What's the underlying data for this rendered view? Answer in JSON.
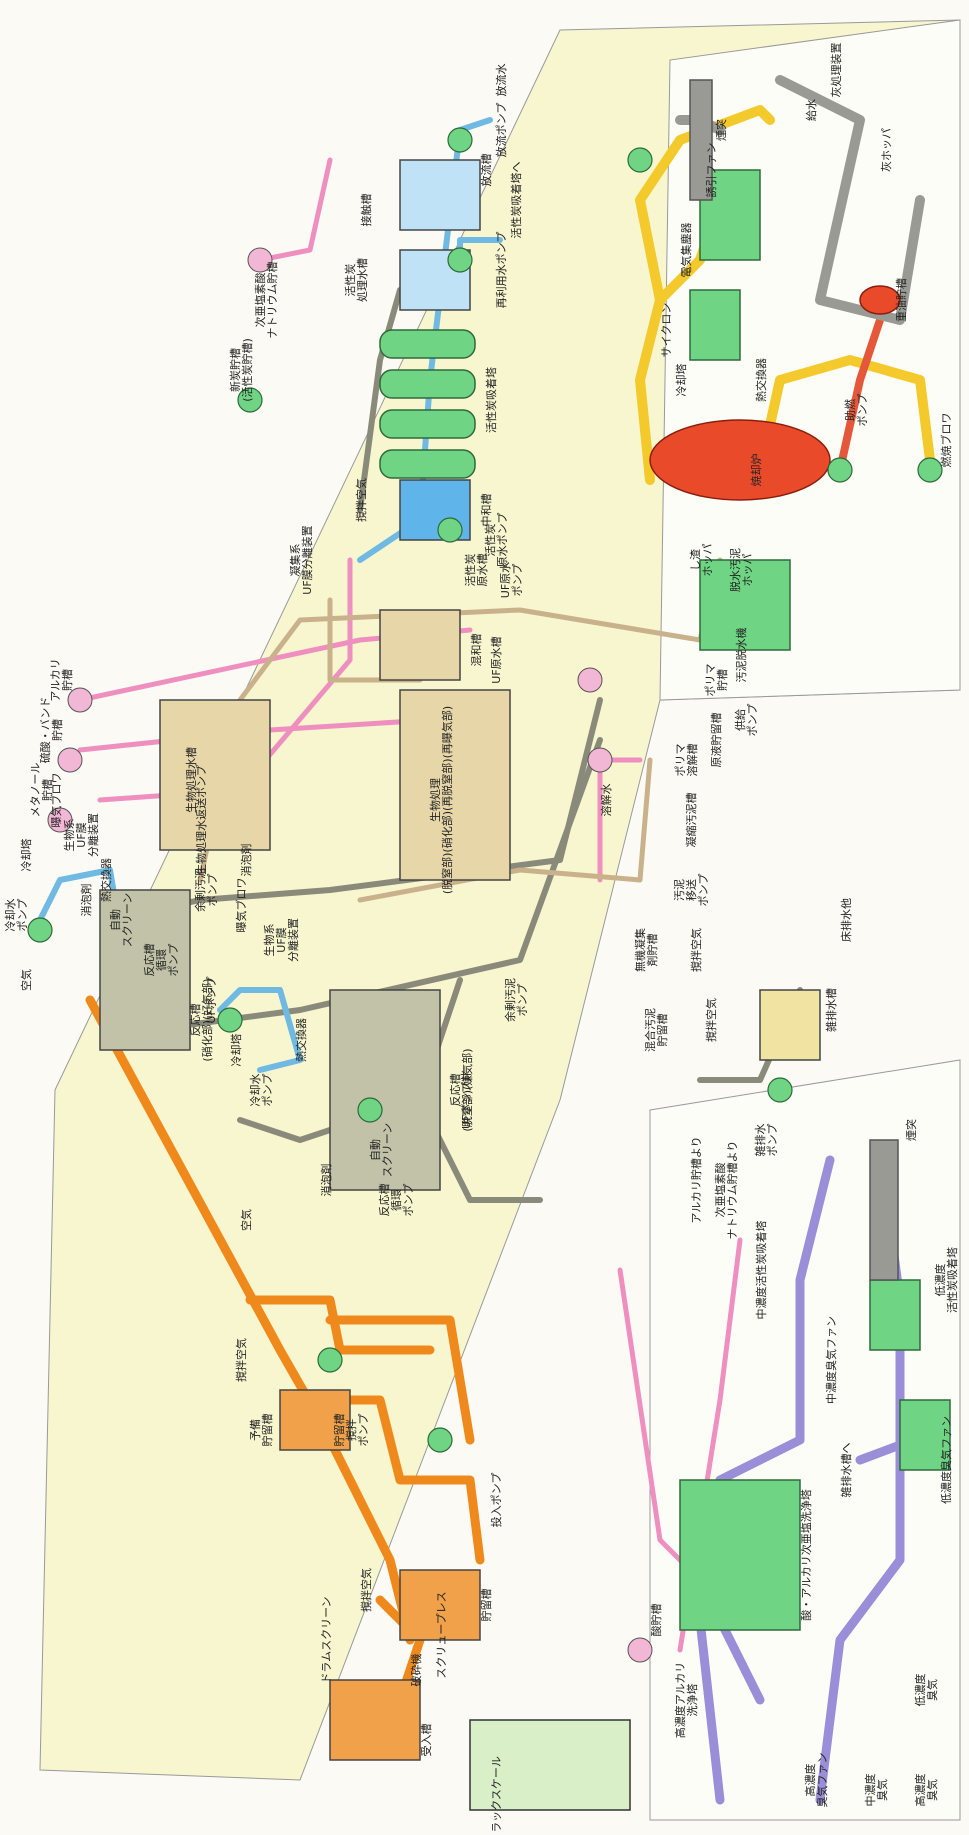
{
  "labels": {
    "truck_scale": "トラックスケール",
    "receiving_tank": "受入槽",
    "crusher": "破砕機",
    "drum_screen": "ドラムスクリーン",
    "screw_press": "スクリュープレス",
    "storage_tank": "貯留槽",
    "input_pump": "投入ポンプ",
    "pre_storage": "予備\n貯留槽",
    "stir_air_1": "撹拌空気",
    "stir_air_2": "撹拌空気",
    "storage_stir_pump": "貯留槽\n撹拌\nポンプ",
    "reactor_aerobic": "反応槽\n(硝化部)(好気部)",
    "reactor_anoxic": "反応槽\n(脱窒部)(嫌気部)",
    "air": "空気",
    "air_2": "空気",
    "cooling_tower": "冷却塔",
    "cooling_tower_2": "冷却塔",
    "cooling_water_pump": "冷却水\nポンプ",
    "cooling_water_pump_2": "冷却水\nポンプ",
    "heat_exchanger": "熱交換器",
    "heat_exchanger_2": "熱交換器",
    "auto_screen": "自動\nスクリーン",
    "auto_screen_2": "自動\nスクリーン",
    "reactor_circ_pump": "反応槽\n循環\nポンプ",
    "reactor_circ_pump_2": "反応槽\n循環\nポンプ",
    "uf_pump_well": "UFポンプ井",
    "uf_pump": "UFポンプ",
    "antifoam": "消泡剤",
    "antifoam_2": "消泡剤",
    "antifoam_3": "消泡剤",
    "excess_sludge_pump": "余剰汚泥\nポンプ",
    "excess_sludge_pump_2": "余剰汚泥\nポンプ",
    "bio_uf": "生物系\nUF膜\n分離装置",
    "bio_uf_2": "生物系\nUF膜\n分離装置",
    "aeration_blower": "曝気ブロワ",
    "aeration_blower_2": "曝気ブロワ",
    "bio_treatment_tank": "生物処理水槽",
    "bio_return_pump": "生物処理水返送ポンプ",
    "bio_treatment_label": "生物処理\n(脱窒部)(硝化部)(再脱窒部)(再曝気部)",
    "methanol": "メタノール\n貯槽",
    "sulfuric_acid": "硫酸・バンド\n貯槽",
    "alkali": "アルカリ\n貯槽",
    "mixing_tank": "混和槽",
    "uf_raw_water": "UF原水槽",
    "uf_raw_pump": "UF原水\nポンプ",
    "coag_uf": "凝集系\nUF膜分離装置",
    "neutralization": "中和槽",
    "ac_raw_tank": "活性炭\n原水槽",
    "ac_raw_pump": "活性炭\n原水ポンプ",
    "stir_air_3": "撹拌空気",
    "ac_tower": "活性炭吸着塔",
    "new_carbon": "新炭貯槽\n(活性炭貯槽)",
    "ac_treated": "活性炭\n処理水槽",
    "reuse_pump": "再利用水ポンプ",
    "to_ac_tower": "活性炭吸着塔へ",
    "hypochlorite": "次亜塩素酸\nナトリウム貯槽",
    "contact_tank": "接触槽",
    "discharge_tank": "放流槽",
    "discharge_pump": "放流ポンプ",
    "discharge_water": "放流水",
    "cyclone": "サイクロン",
    "cooler": "冷却塔",
    "ep": "電気集塵器",
    "induced_fan": "誘引ファン",
    "stack": "煙突",
    "ash_hopper": "灰ホッパ",
    "water_supply": "給水",
    "ash_treatment": "灰処理装置",
    "heavy_oil": "重油貯槽",
    "burner_pump": "助燃\nポンプ",
    "incinerator": "焼却炉",
    "heat_exchanger_3": "熱交換器",
    "combustion_blower": "燃焼ブロワ",
    "residue_hopper": "し渣\nホッパ",
    "dewatered_hopper": "脱水汚泥\nホッパ",
    "dewaterer": "汚泥脱水機",
    "feed_pump": "供給\nポンプ",
    "polymer": "ポリマ\n貯槽",
    "polymer_dissolve": "ポリマ\n溶解槽",
    "dissolve_water": "溶解水",
    "thickener": "凝縮汚泥槽",
    "raw_sludge": "原液貯留槽",
    "sludge_feed_pump": "汚泥\n移送\nポンプ",
    "stir_air_4": "撹拌空気",
    "stir_air_5": "撹拌空気",
    "inorganic_coag": "無機凝集\n剤貯槽",
    "mixed_sludge": "混合汚泥\n貯留槽",
    "floor_drain": "床排水他",
    "drain_tank": "雑排水槽",
    "drain_pump": "雑排水\nポンプ",
    "from_alkali": "アルカリ貯槽より",
    "from_hypo": "次亜塩素酸\nナトリウム貯槽より",
    "acid_tank": "酸貯槽",
    "hi_alkali_wash": "高濃度アルカリ\n洗浄塔",
    "acid_alkali_scrubber": "酸・アルカリ次亜塩洗浄塔",
    "to_drain": "雑排水槽へ",
    "mid_ac_deodor": "中濃度活性炭吸着塔",
    "mid_fan": "中濃度臭気ファン",
    "low_ac_deodor": "低濃度\n活性炭吸着塔",
    "low_fan": "低濃度臭気ファン",
    "chimney": "煙突",
    "hi_odor": "高濃度\n臭気",
    "mid_odor": "中濃度\n臭気",
    "low_odor": "低濃度\n臭気",
    "hi_fan": "高濃度\n臭気ファン"
  },
  "colors": {
    "background": "#fbfaf4",
    "panel": "#f7f6cf",
    "equipment": "#6fd483",
    "equipment_dark": "#3c9a55",
    "raw_pipe": "#f0891c",
    "drain_pipe": "#8a8a7a",
    "chemical_pipe": "#ee8fbf",
    "cooling_pipe": "#6fb9e3",
    "tan_pipe": "#c9b28b",
    "exhaust_pipe": "#f4c92b",
    "fuel_pipe": "#e4573a",
    "odor_pipe": "#9a8ed8",
    "water_tank": "#bfe2f6",
    "furnace": "#e84a2a"
  }
}
